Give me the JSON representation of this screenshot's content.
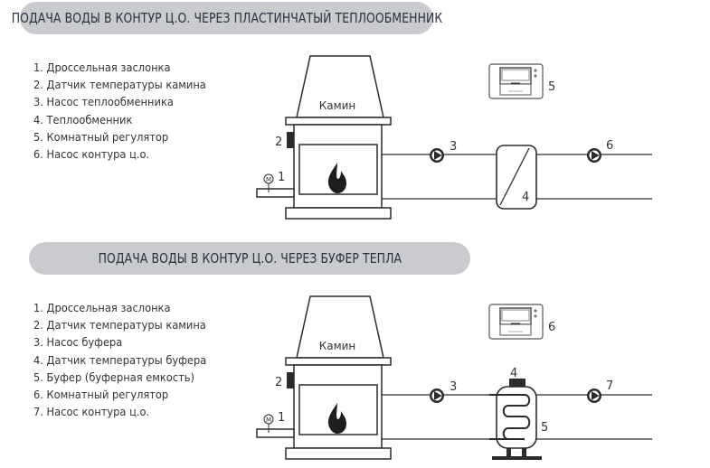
{
  "sections": [
    {
      "title": "ПОДАЧА  ВОДЫ В КОНТУР Ц.О. ЧЕРЕЗ ПЛАСТИНЧАТЫЙ ТЕПЛООБМЕННИК",
      "legend": [
        "1. Дроссельная заслонка",
        "2. Датчик температуры камина",
        "3. Насос теплообменника",
        "4. Теплообменник",
        "5. Комнатный регулятор",
        "6. Насос контура ц.о."
      ],
      "diagram": {
        "fireplace_label": "Камин",
        "damper_motor": "M",
        "callouts": {
          "damper": "1",
          "sensor": "2",
          "pump1": "3",
          "exchanger": "4",
          "regulator": "5",
          "pump2": "6"
        }
      }
    },
    {
      "title": "ПОДАЧА ВОДЫ В КОНТУР Ц.О. ЧЕРЕЗ БУФЕР ТЕПЛА",
      "legend": [
        "1. Дроссельная заслонка",
        "2. Датчик температуры камина",
        "3. Насос буфера",
        "4. Датчик температуры буфера",
        "5. Буфер (буферная емкость)",
        "6. Комнатный регулятор",
        "7. Насос контура ц.о."
      ],
      "diagram": {
        "fireplace_label": "Камин",
        "damper_motor": "M",
        "callouts": {
          "damper": "1",
          "sensor": "2",
          "pump1": "3",
          "buffer_sensor": "4",
          "buffer": "5",
          "regulator": "6",
          "pump2": "7"
        }
      }
    }
  ],
  "colors": {
    "pill_bg": "#c9cbce",
    "title_text": "#283142",
    "line": "#2b2b2b"
  }
}
